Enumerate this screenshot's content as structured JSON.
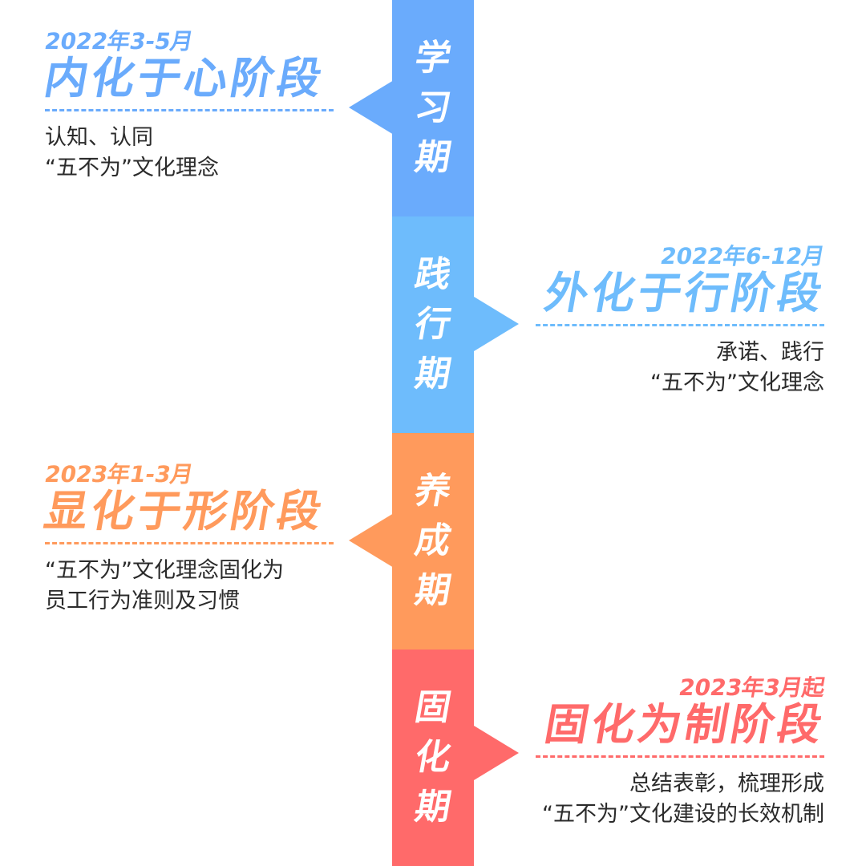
{
  "colors": {
    "blue_dark": "#6aabfc",
    "blue_light": "#6ebcfc",
    "orange": "#ff9a5c",
    "red": "#ff6a6a"
  },
  "phases": [
    {
      "label": [
        "学",
        "习",
        "期"
      ]
    },
    {
      "label": [
        "践",
        "行",
        "期"
      ]
    },
    {
      "label": [
        "养",
        "成",
        "期"
      ]
    },
    {
      "label": [
        "固",
        "化",
        "期"
      ]
    }
  ],
  "stages": [
    {
      "date": "2022年3-5月",
      "title": "内化于心阶段",
      "desc": [
        "认知、认同",
        "“五不为”文化理念"
      ]
    },
    {
      "date": "2022年6-12月",
      "title": "外化于行阶段",
      "desc": [
        "承诺、践行",
        "“五不为”文化理念"
      ]
    },
    {
      "date": "2023年1-3月",
      "title": "显化于形阶段",
      "desc": [
        "“五不为”文化理念固化为",
        "员工行为准则及习惯"
      ]
    },
    {
      "date": "2023年3月起",
      "title": "固化为制阶段",
      "desc": [
        "总结表彰，梳理形成",
        "“五不为”文化建设的长效机制"
      ]
    }
  ]
}
